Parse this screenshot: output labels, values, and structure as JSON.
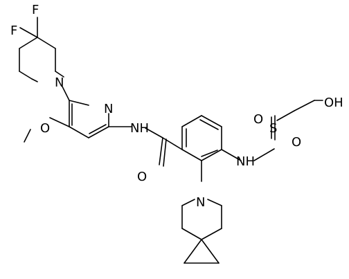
{
  "figure": {
    "atom_labels": {
      "f1": "F",
      "f2": "F",
      "n_piperidine": "N",
      "n_pyridine": "N",
      "o_methoxy": "O",
      "nh_amide": "NH",
      "o_carbonyl": "O",
      "n_spiro": "N",
      "nh_sulfonamide": "NH",
      "s_sulfonyl": "S",
      "o_sulfonyl_1": "O",
      "o_sulfonyl_2": "O",
      "oh": "OH"
    }
  }
}
